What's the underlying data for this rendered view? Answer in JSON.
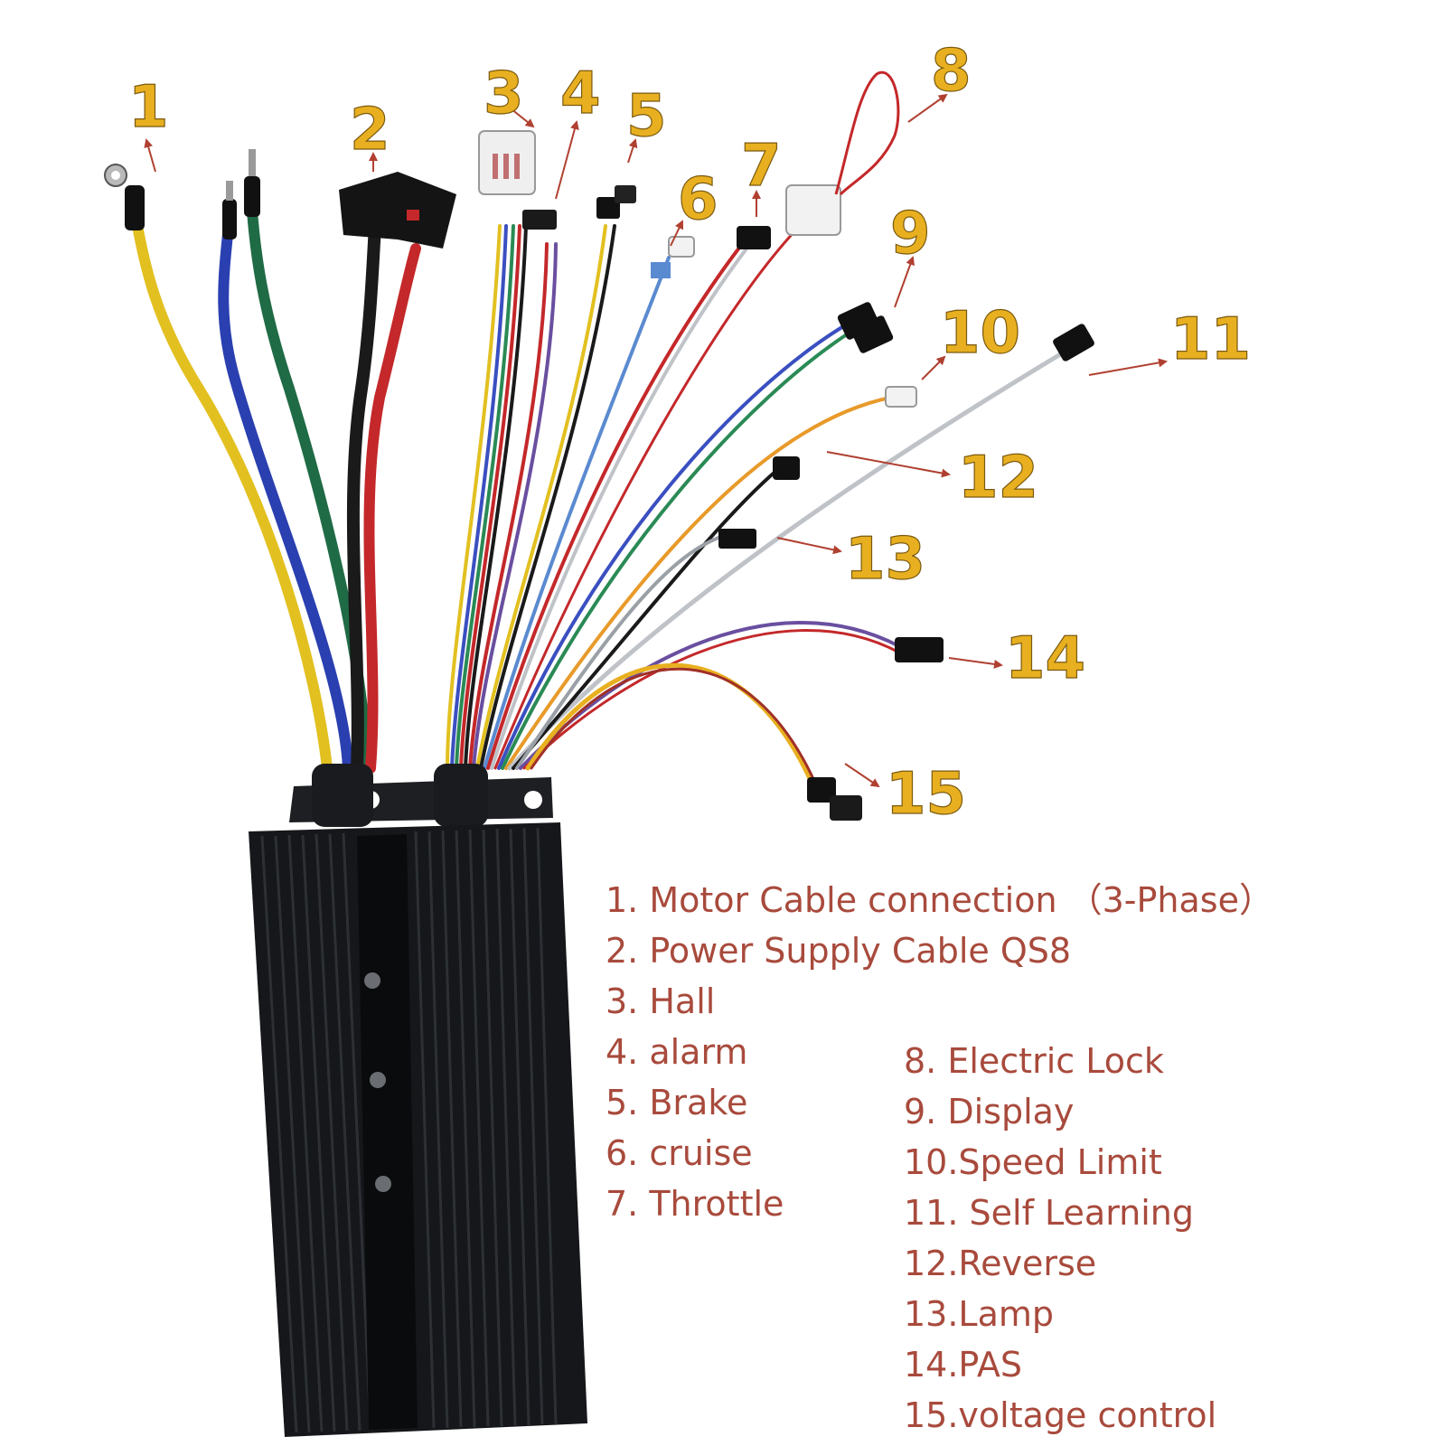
{
  "callouts": [
    "1",
    "2",
    "3",
    "4",
    "5",
    "6",
    "7",
    "8",
    "9",
    "10",
    "11",
    "12",
    "13",
    "14",
    "15"
  ],
  "legend": {
    "items": [
      "1. Motor Cable connection （3-Phase）",
      "2. Power Supply Cable QS8",
      "3. Hall",
      "4. alarm",
      "5. Brake",
      "6. cruise",
      "7. Throttle",
      "8. Electric Lock",
      "9. Display",
      "10.Speed Limit",
      "11. Self Learning",
      "12.Reverse",
      "13.Lamp",
      "14.PAS",
      "15.voltage control"
    ]
  },
  "colors": {
    "callout_fill": "#e8b020",
    "legend_text": "#a84a3c",
    "arrow": "#b04030",
    "controller_body": "#15171a",
    "wire_yellow": "#e2c020",
    "wire_blue": "#2a3fb0",
    "wire_green": "#1f6b45",
    "wire_red": "#c4282a",
    "wire_black": "#1a1a1a",
    "wire_purple": "#6a4fa0",
    "wire_gray": "#bfc3c8",
    "wire_orange": "#e89a2a"
  }
}
